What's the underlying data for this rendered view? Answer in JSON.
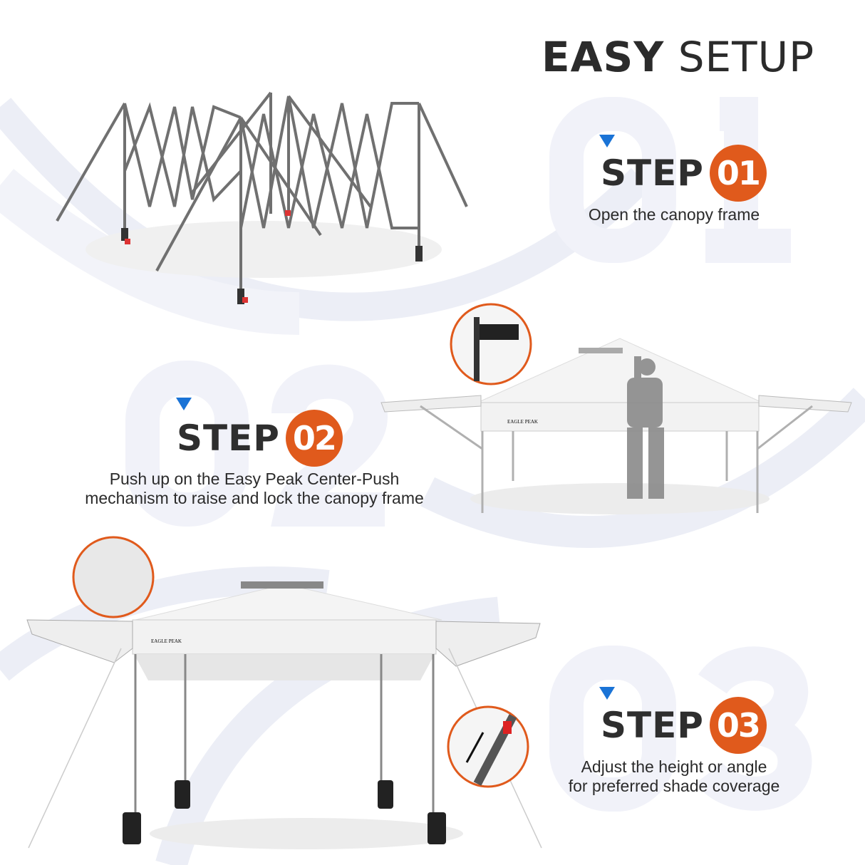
{
  "title": {
    "bold": "EASY",
    "regular": "SETUP"
  },
  "watermark_numbers": [
    "01",
    "02",
    "03"
  ],
  "brand_logo_text": "EAGLE PEAK",
  "colors": {
    "accent_orange": "#e05a1c",
    "marker_blue": "#1a73d6",
    "text_dark": "#2e2e2e",
    "background_arc": "#eceef6"
  },
  "steps": [
    {
      "label": "STEP",
      "number": "01",
      "caption_lines": [
        "Open the canopy frame"
      ]
    },
    {
      "label": "STEP",
      "number": "02",
      "caption_lines": [
        "Push up on the Easy Peak Center-Push",
        "mechanism to raise and lock the canopy frame"
      ]
    },
    {
      "label": "STEP",
      "number": "03",
      "caption_lines": [
        "Adjust the height or angle",
        "for preferred shade coverage"
      ]
    }
  ]
}
